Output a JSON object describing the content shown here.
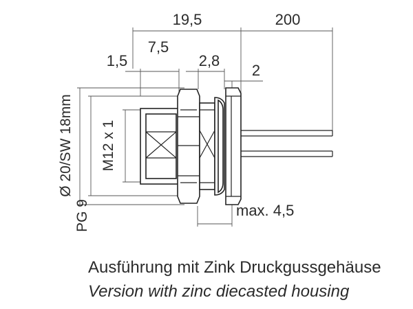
{
  "dimensions": {
    "overall": "19,5",
    "cable": "200",
    "front_offset": "1,5",
    "thread_length": "7,5",
    "nut_width": "2,8",
    "gap": "2",
    "panel": "max. 4,5",
    "thread": "M12 x 1",
    "diameter": "Ø 20/SW 18mm",
    "gland": "PG 9"
  },
  "caption": {
    "de": "Ausführung mit Zink Druckgussgehäuse",
    "en": "Version with zinc diecasted housing"
  }
}
